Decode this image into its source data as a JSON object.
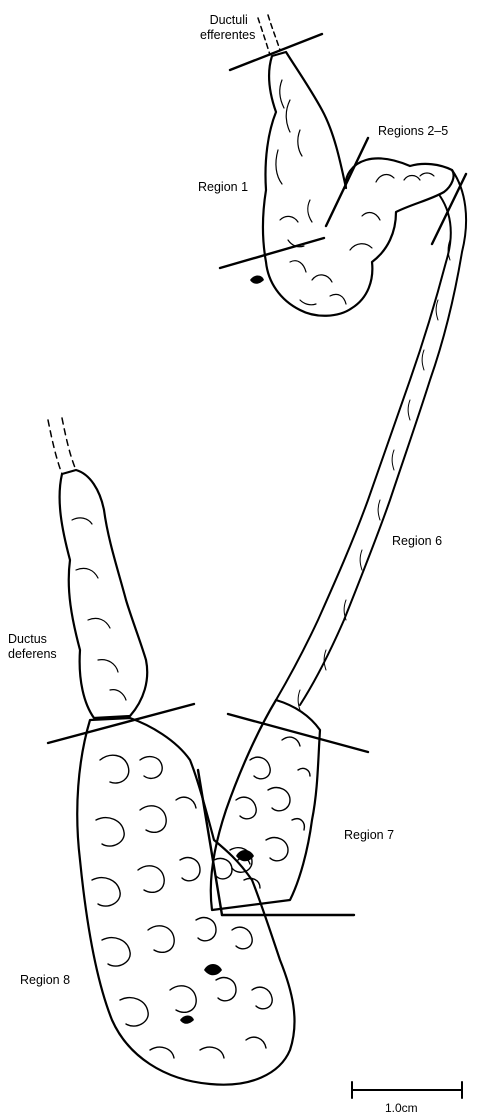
{
  "labels": {
    "ductuli_line1": "Ductuli",
    "ductuli_line2": "efferentes",
    "regions_2_5": "Regions 2–5",
    "region_1": "Region 1",
    "region_6": "Region 6",
    "ductus_line1": "Ductus",
    "ductus_line2": "deferens",
    "region_7": "Region 7",
    "region_8": "Region 8"
  },
  "scale_bar": {
    "label": "1.0cm"
  },
  "colors": {
    "ink": "#000000",
    "paper": "#ffffff"
  }
}
